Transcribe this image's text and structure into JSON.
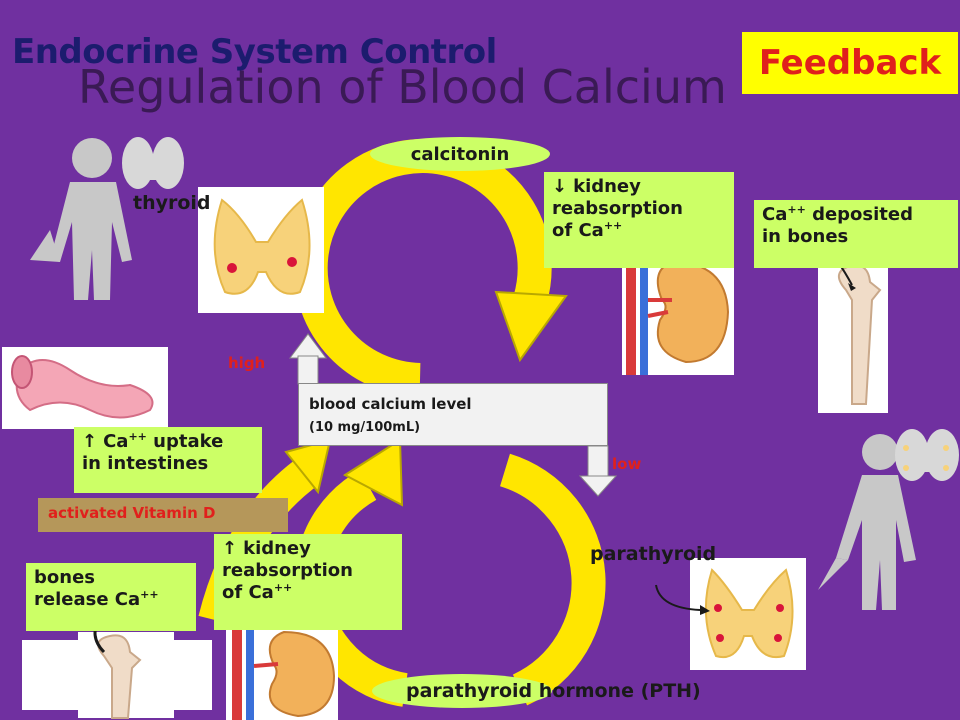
{
  "slide": {
    "header": "Endocrine System Control",
    "title": "Regulation of Blood Calcium",
    "badge": "Feedback"
  },
  "hormones": {
    "calcitonin": "calcitonin",
    "pth": "parathyroid hormone (PTH)"
  },
  "glands": {
    "thyroid": "thyroid",
    "parathyroid": "parathyroid"
  },
  "center": {
    "line1": "blood calcium level",
    "line2": "(10 mg/100mL)"
  },
  "thresholds": {
    "high": "high",
    "low": "low"
  },
  "effects": {
    "kidney_down": {
      "arrow": "↓",
      "l1": "kidney",
      "l2": "reabsorption",
      "l3": "of Ca",
      "sup": "++"
    },
    "bones_deposit": {
      "l1a": "Ca",
      "sup": "++",
      "l1b": " deposited",
      "l2": "in bones"
    },
    "intestine_up": {
      "arrow": "↑",
      "l1a": "Ca",
      "sup": "++",
      "l1b": " uptake",
      "l2": "in intestines"
    },
    "kidney_up": {
      "arrow": "↑",
      "l1": "kidney",
      "l2": "reabsorption",
      "l3": "of Ca",
      "sup": "++"
    },
    "bones_release": {
      "l1": "bones",
      "l2": "release Ca",
      "sup": "++"
    }
  },
  "vitamin_d": "activated Vitamin D",
  "colors": {
    "background": "#7030a0",
    "box": "#ccff66",
    "badge": "#ffff00",
    "cycle_arrow": "#ffe600",
    "accent_red": "#e0201c"
  },
  "icons": [
    "thyroid-gland-icon",
    "human-silhouette-icon",
    "kidney-icon",
    "femur-bone-icon",
    "intestine-icon",
    "parathyroid-gland-icon"
  ]
}
